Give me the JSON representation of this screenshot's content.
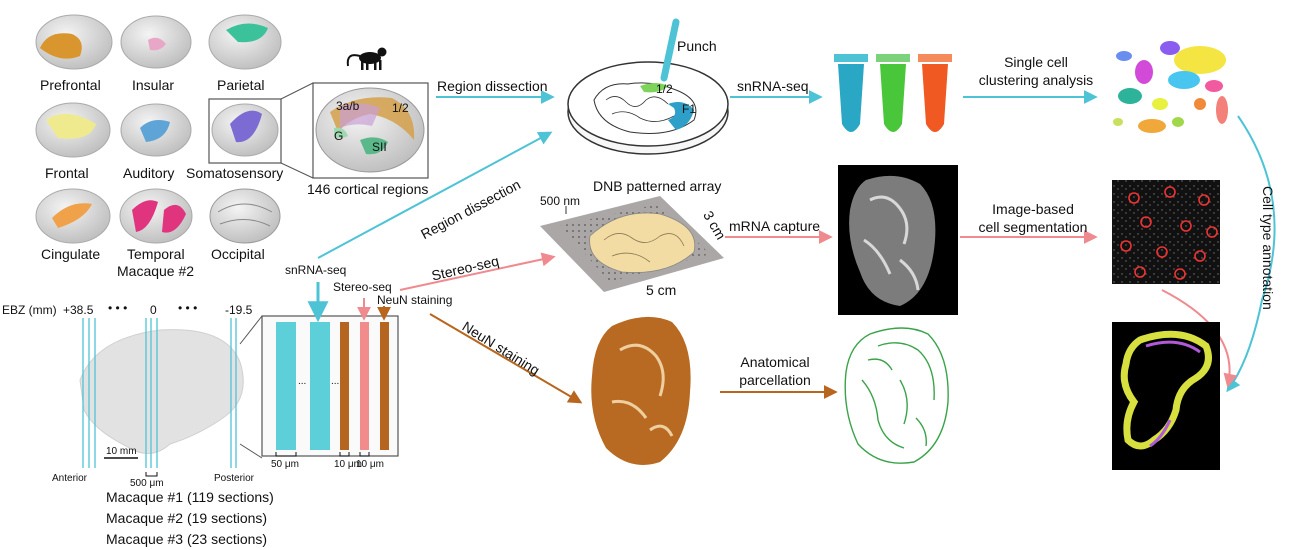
{
  "regions": {
    "prefrontal": "Prefrontal",
    "insular": "Insular",
    "parietal": "Parietal",
    "frontal": "Frontal",
    "auditory": "Auditory",
    "somatosensory": "Somatosensory",
    "cingulate": "Cingulate",
    "temporal": "Temporal",
    "occipital": "Occipital",
    "macaque2": "Macaque #2"
  },
  "zoom": {
    "label_3ab": "3a/b",
    "label_12": "1/2",
    "label_g": "G",
    "label_sii": "SII",
    "caption": "146 cortical regions"
  },
  "steps": {
    "region_dissection_top": "Region dissection",
    "region_dissection_diag": "Region dissection",
    "punch": "Punch",
    "dish_12": "1/2",
    "dish_f1": "F1",
    "snrna_seq_top": "snRNA-seq",
    "single_cell": "Single cell",
    "clustering": "clustering analysis",
    "cell_type_annotation": "Cell type annotation",
    "dnb_array": "DNB patterned array",
    "nm500": "500 nm",
    "cm3": "3 cm",
    "cm5": "5 cm",
    "mrna_capture": "mRNA capture",
    "image_based": "Image-based",
    "cell_seg": "cell segmentation",
    "stereo_seq_mid": "Stereo-seq",
    "neun_diag": "NeuN staining",
    "anatomical": "Anatomical",
    "parcellation": "parcellation"
  },
  "sectioning": {
    "snrna_seq": "snRNA-seq",
    "stereo_seq": "Stereo-seq",
    "neun_staining": "NeuN staining",
    "ebz": "EBZ (mm)",
    "tick_anterior": "+38.5",
    "tick_zero": "0",
    "tick_posterior": "-19.5",
    "dots1": "• • •",
    "dots2": "• • •",
    "anterior": "Anterior",
    "posterior": "Posterior",
    "scale_10mm": "10 mm",
    "scale_500um": "500 μm",
    "w50": "50 μm",
    "w10a": "10 μm",
    "w10b": "10 μm",
    "slab_dots1": "...",
    "slab_dots2": "..."
  },
  "macaques": [
    "Macaque #1 (119 sections)",
    "Macaque #2 (19 sections)",
    "Macaque #3 (23 sections)"
  ],
  "colors": {
    "blue": "#4ec3d6",
    "red": "#ef8a8f",
    "brown": "#b8651d",
    "green": "#3aa34a",
    "slab_cyan": "#5ccfd8",
    "slab_pink": "#f28b8b",
    "slab_brown": "#b5651f"
  }
}
